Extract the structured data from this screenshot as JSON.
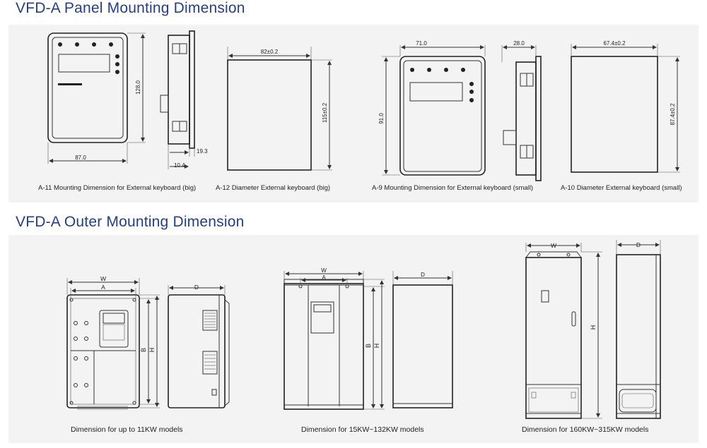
{
  "titles": {
    "panel": "VFD-A Panel Mounting Dimension",
    "outer": "VFD-A Outer Mounting Dimension"
  },
  "panel_captions": {
    "a11": "A-11 Mounting Dimension for External keyboard (big)",
    "a12": "A-12 Diameter External keyboard (big)",
    "a9": "A-9 Mounting Dimension for External keyboard (small)",
    "a10": "A-10 Diameter External keyboard (small)"
  },
  "panel_dims": {
    "a11_width": "87.0",
    "a11_height": "128.0",
    "side_19": "19.3",
    "side_10": "10.4",
    "a12_width": "82±0.2",
    "a12_height": "115±0.2",
    "a9_width": "71.0",
    "a9_height": "91.0",
    "a9_depth": "28.0",
    "a10_width": "67.4±0.2",
    "a10_height": "87.4±0.2"
  },
  "outer_captions": {
    "small": "Dimension for up to 11KW models",
    "mid": "Dimension for 15KW~132KW models",
    "large": "Dimension for 160KW~315KW models"
  },
  "outer_labels": {
    "W": "W",
    "A": "A",
    "B": "B",
    "H": "H",
    "D": "D"
  }
}
